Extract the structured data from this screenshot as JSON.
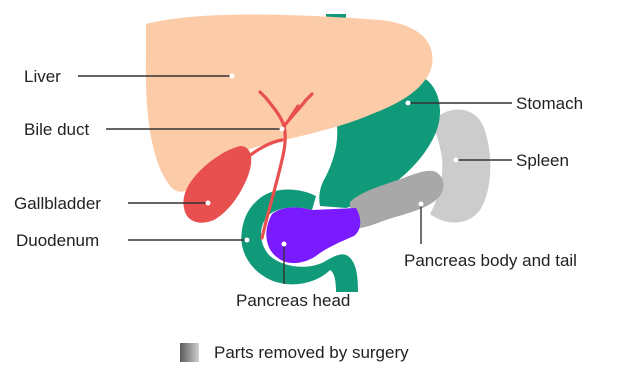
{
  "labels": {
    "liver": "Liver",
    "bile_duct": "Bile duct",
    "gallbladder": "Gallbladder",
    "duodenum": "Duodenum",
    "stomach": "Stomach",
    "spleen": "Spleen",
    "pancreas_body_tail": "Pancreas body and tail",
    "pancreas_head": "Pancreas head"
  },
  "legend": {
    "text": "Parts removed by surgery",
    "icon": "gray-gradient-swatch"
  },
  "colors": {
    "liver": "#FCCBA8",
    "stomach": "#109A7A",
    "spleen": "#CCCCCC",
    "pancreas_body": "#A8A8A8",
    "pancreas_head": "#7A1BFF",
    "gallbladder": "#E8504F",
    "bile_duct": "#E8504F",
    "duodenum": "#109A7A"
  }
}
